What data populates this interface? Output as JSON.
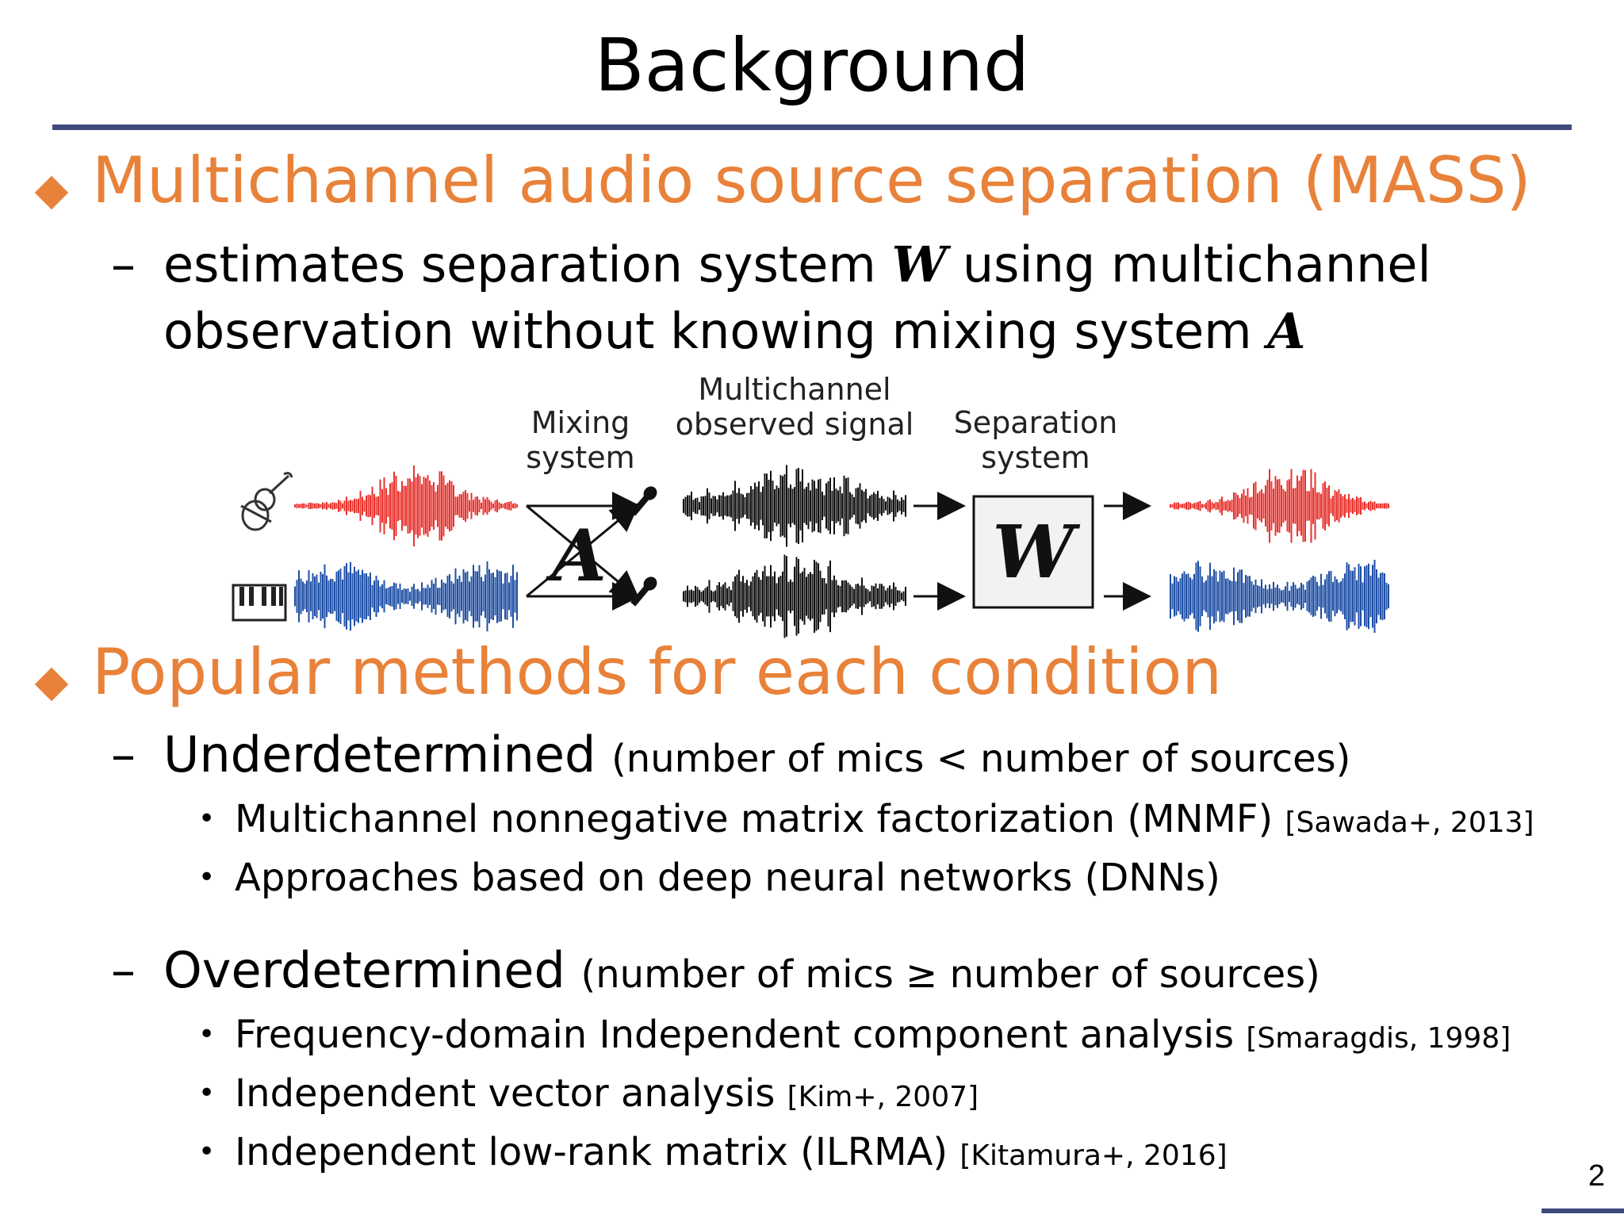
{
  "slide": {
    "title": "Background",
    "page_number": "2",
    "bullet1": {
      "heading": "Multichannel audio source separation (MASS)",
      "line1_before": "estimates separation system",
      "line1_symbol": "W",
      "line1_after": "using multichannel",
      "line2_before": "observation without knowing mixing system",
      "line2_symbol": "A"
    },
    "diagram": {
      "mixing_label": [
        "Mixing",
        "system"
      ],
      "observed_label": [
        "Multichannel",
        "observed signal"
      ],
      "separation_label": [
        "Separation",
        "system"
      ],
      "mixing_symbol": "A",
      "separation_symbol": "W",
      "source_icons": [
        "violin-icon",
        "piano-keyboard-icon"
      ],
      "mic_icon": "microphone-icon",
      "colors": {
        "source1": "#e8322d",
        "source2": "#1f4fa6",
        "observed": "#111111"
      }
    },
    "bullet2": {
      "heading": "Popular methods for each condition",
      "groups": [
        {
          "label": "Underdetermined",
          "condition": "(number of mics < number of sources)",
          "items": [
            {
              "text": "Multichannel nonnegative matrix factorization (MNMF)",
              "cite": "[Sawada+, 2013]"
            },
            {
              "text": "Approaches based on deep neural networks (DNNs)",
              "cite": ""
            }
          ]
        },
        {
          "label": "Overdetermined",
          "condition": "(number of mics ≥ number of sources)",
          "items": [
            {
              "text": "Frequency-domain Independent component analysis",
              "cite": "[Smaragdis, 1998]"
            },
            {
              "text": "Independent vector analysis",
              "cite": "[Kim+, 2007]"
            },
            {
              "text": "Independent low-rank matrix (ILRMA)",
              "cite": "[Kitamura+, 2016]"
            }
          ]
        }
      ]
    },
    "accent_color": "#e8823a",
    "rule_color": "#3f4a7c"
  }
}
